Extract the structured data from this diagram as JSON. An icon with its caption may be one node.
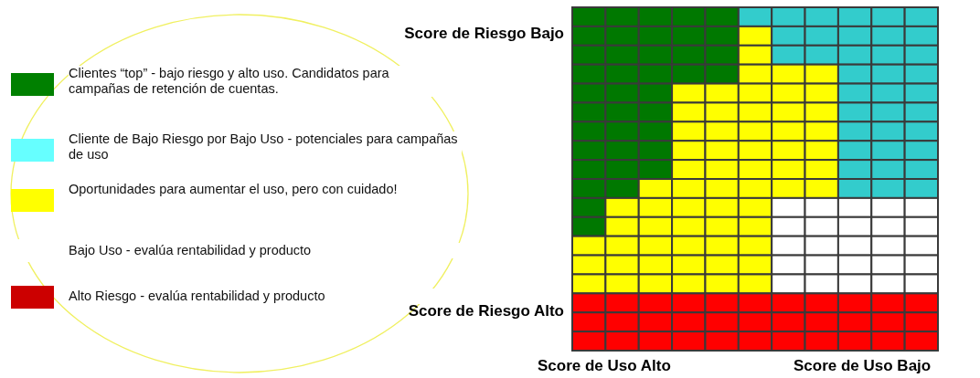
{
  "diagram": {
    "labels": [
      "Score de Riesgo Bajo",
      "Score de Riesgo Alto",
      "Score de Uso Alto",
      "Score de Uso Bajo"
    ],
    "legend": [
      {
        "text": "Clientes “top” - bajo riesgo y alto uso.  Candidatos para campañas de retención de cuentas.",
        "color": "#008000"
      },
      {
        "text": "Cliente de Bajo Riesgo por Bajo Uso - potenciales para campañas de uso",
        "color": "#66ffff"
      },
      {
        "text": "Oportunidades para aumentar el uso, pero con cuidado!",
        "color": "#ffff00"
      },
      {
        "text": "Bajo Uso - evalúa rentabilidad y producto",
        "color": "#ffffff"
      },
      {
        "text": "Alto Riesgo - evalúa rentabilidad y producto",
        "color": "#cc0000"
      }
    ]
  }
}
